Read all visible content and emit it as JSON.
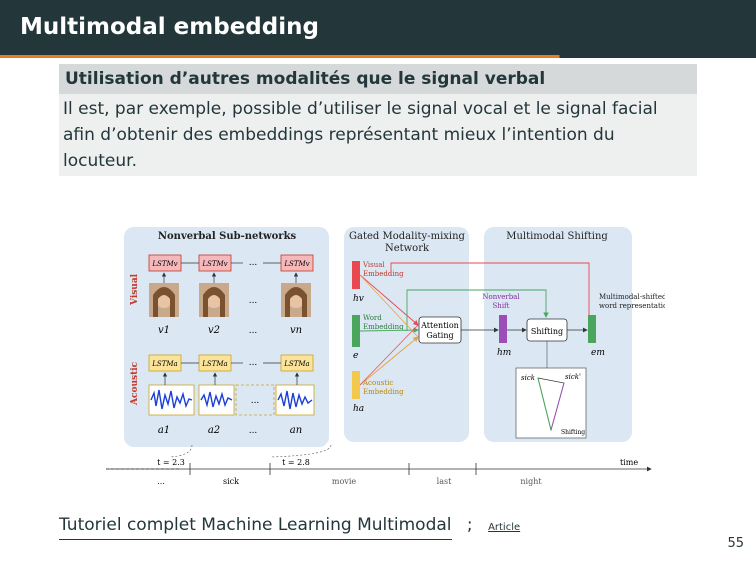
{
  "slide": {
    "title": "Multimodal embedding",
    "block_title": "Utilisation d’autres modalités que le signal verbal",
    "block_text": "Il est, par exemple, possible d’utiliser le signal vocal et le signal facial afin d’obtenir des embeddings représentant mieux l’intention du locuteur.",
    "link_text": "Tutoriel complet Machine Learning Multimodal",
    "separator": ";",
    "article_link": "Article",
    "page_number": "55"
  },
  "figure": {
    "panel_nonverbal": "Nonverbal Sub-networks",
    "panel_gated_line1": "Gated Modality-mixing",
    "panel_gated_line2": "Network",
    "panel_shift": "Multimodal Shifting",
    "label_visual": "Visual",
    "label_acoustic": "Acoustic",
    "lstm_v": "LSTMv",
    "lstm_a": "LSTMa",
    "dots": "...",
    "v1": "v1",
    "v2": "v2",
    "vn": "vn",
    "a1": "a1",
    "a2": "a2",
    "an": "an",
    "visual_emb_line1": "Visual",
    "visual_emb_line2": "Embedding",
    "word_emb_line1": "Word",
    "word_emb_line2": "Embedding",
    "acoustic_emb_line1": "Acoustic",
    "acoustic_emb_line2": "Embedding",
    "hv": "hv",
    "e": "e",
    "ha": "ha",
    "attention_line1": "Attention",
    "attention_line2": "Gating",
    "nonverbal_shift_line1": "Nonverbal",
    "nonverbal_shift_line2": "Shift",
    "hm": "hm",
    "shifting": "Shifting",
    "shifted_line1": "Multimodal-shifted",
    "shifted_line2": "word representation",
    "em": "em",
    "sick": "sick",
    "sick_prime": "sick'",
    "shifting_small": "Shifting",
    "t1": "t = 2.3",
    "t2": "t = 2.8",
    "time": "time",
    "word_sick": "sick",
    "word_movie": "movie",
    "word_last": "last",
    "word_night": "night"
  },
  "colors": {
    "title_bg": "#23373b",
    "accent": "#e87c1e",
    "block_head_bg": "#d6d9da",
    "block_body_bg": "#eeefef",
    "visual_red": "#e8484e",
    "word_green": "#4aa65c",
    "acoustic_yellow": "#f2c94c",
    "shift_purple": "#9b4fb6",
    "panel_blue": "#dbe7f3"
  }
}
